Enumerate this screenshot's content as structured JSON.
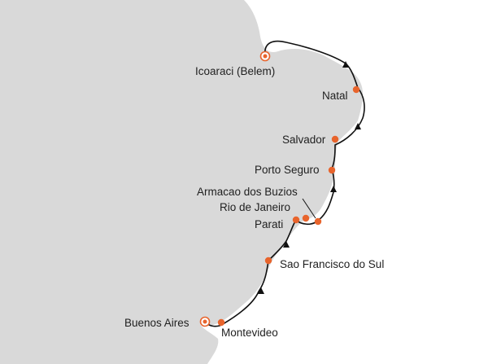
{
  "map": {
    "ocean_color": "#ffffff",
    "land_color": "#d9d9d9",
    "route_color": "#111111",
    "stop_color": "#e8642c",
    "start_port": "Buenos Aires",
    "end_port": "Icoaraci (Belem)",
    "ports": [
      {
        "name": "Icoaraci (Belem)",
        "type": "terminal"
      },
      {
        "name": "Natal",
        "type": "stop"
      },
      {
        "name": "Salvador",
        "type": "stop"
      },
      {
        "name": "Porto Seguro",
        "type": "stop"
      },
      {
        "name": "Armacao dos Buzios",
        "type": "stop"
      },
      {
        "name": "Rio de Janeiro",
        "type": "stop"
      },
      {
        "name": "Parati",
        "type": "stop"
      },
      {
        "name": "Sao Francisco do Sul",
        "type": "stop"
      },
      {
        "name": "Montevideo",
        "type": "stop"
      },
      {
        "name": "Buenos Aires",
        "type": "terminal"
      }
    ]
  }
}
